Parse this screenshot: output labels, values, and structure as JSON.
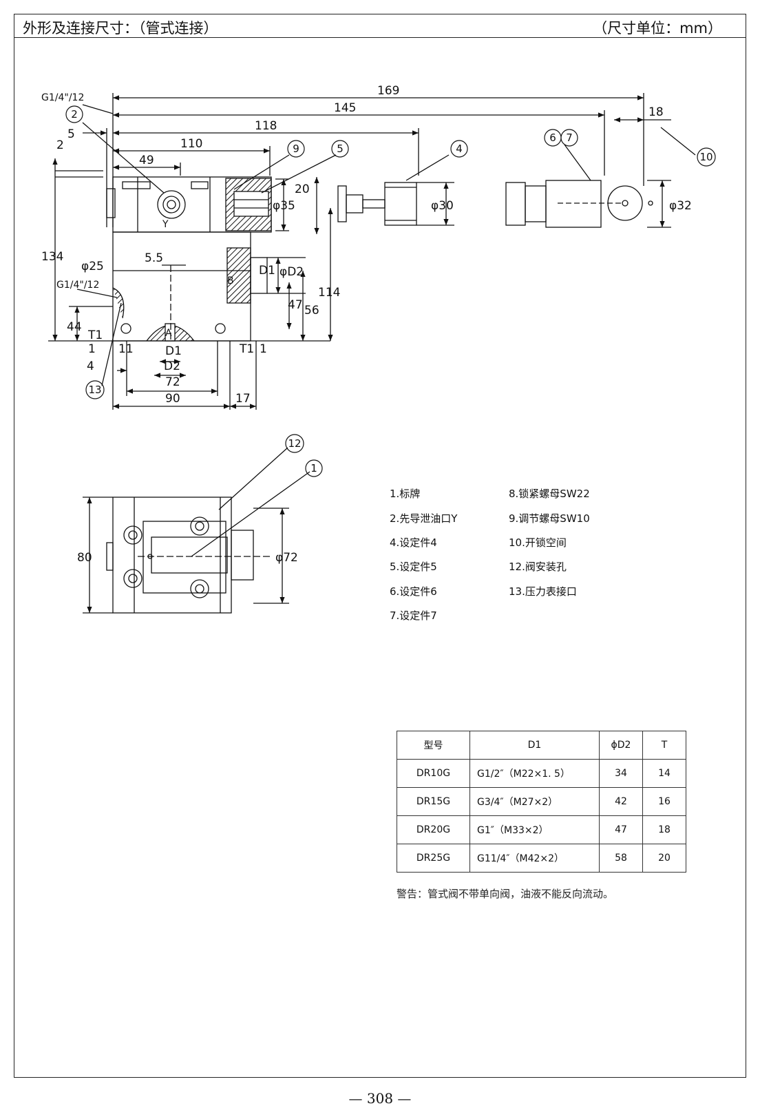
{
  "header": {
    "title": "外形及连接尺寸：（管式连接）",
    "unit": "（尺寸单位：mm）"
  },
  "drawing": {
    "dims": {
      "d169": "169",
      "d145": "145",
      "d118": "118",
      "d110": "110",
      "d49": "49",
      "d18": "18",
      "d5": "5",
      "d2": "2",
      "d134": "134",
      "d20": "20",
      "phi35": "φ35",
      "phi30": "φ30",
      "phi32": "φ32",
      "phi25": "φ25",
      "d55": "5.5",
      "d114": "114",
      "d56": "56",
      "d47": "47",
      "d44": "44",
      "phiD2v": "φD2",
      "D1v": "D1",
      "T1a": "T1",
      "T1b": "T1",
      "d1a": "1",
      "d1b": "1",
      "d11": "11",
      "D1h": "D1",
      "D2h": "D2",
      "d4": "4",
      "d72": "72",
      "d90": "90",
      "d17": "17",
      "d80": "80",
      "phi72": "φ72",
      "port_A": "A",
      "port_B": "B",
      "port_Y": "Y",
      "thread_top": "G1/4\"/12",
      "thread_side": "G1/4\"/12"
    },
    "callouts": {
      "c2": "2",
      "c9": "9",
      "c5": "5",
      "c4": "4",
      "c6": "6",
      "c7": "7",
      "c10": "10",
      "c13": "13",
      "c12": "12",
      "c1": "1"
    }
  },
  "legend": {
    "left": [
      "1.标牌",
      "2.先导泄油口Y",
      "4.设定件4",
      "5.设定件5",
      "6.设定件6",
      "7.设定件7"
    ],
    "right": [
      "8.锁紧螺母SW22",
      "9.调节螺母SW10",
      "10.开锁空间",
      "12.阀安装孔",
      "13.压力表接口"
    ]
  },
  "table": {
    "headers": [
      "型号",
      "D1",
      "ϕD2",
      "T"
    ],
    "rows": [
      [
        "DR10G",
        "G1/2″（M22×1. 5）",
        "34",
        "14"
      ],
      [
        "DR15G",
        "G3/4″（M27×2）",
        "42",
        "16"
      ],
      [
        "DR20G",
        "G1″（M33×2）",
        "47",
        "18"
      ],
      [
        "DR25G",
        "G11/4″（M42×2）",
        "58",
        "20"
      ]
    ]
  },
  "warning": "警告：管式阀不带单向阀，油液不能反向流动。",
  "page_number": "—  308  —"
}
